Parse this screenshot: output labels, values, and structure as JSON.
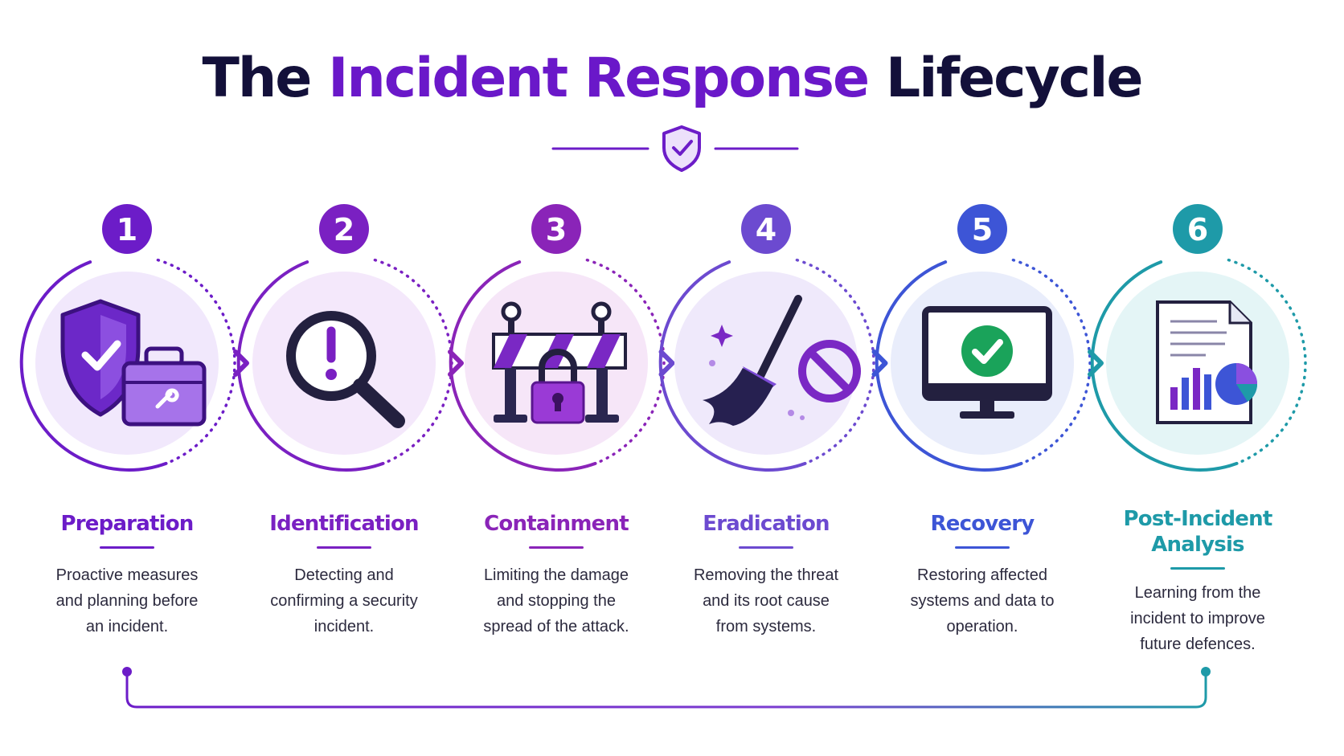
{
  "title": {
    "part1": "The",
    "part2": "Incident Response",
    "part3": "Lifecycle"
  },
  "header_icon": "shield-check-icon",
  "colors": {
    "dark": "#13103a",
    "accent": "#6a18c9"
  },
  "steps": [
    {
      "number": "1",
      "title": "Preparation",
      "description": "Proactive measures and planning before an incident.",
      "icon": "shield-toolbox-icon",
      "color": "#6c1cc8"
    },
    {
      "number": "2",
      "title": "Identification",
      "description": "Detecting and confirming a security incident.",
      "icon": "magnifier-alert-icon",
      "color": "#7a20c2"
    },
    {
      "number": "3",
      "title": "Containment",
      "description": "Limiting the damage and stopping the spread of the attack.",
      "icon": "barrier-lock-icon",
      "color": "#8a24b8"
    },
    {
      "number": "4",
      "title": "Eradication",
      "description": "Removing the threat and its root cause from systems.",
      "icon": "broom-prohibited-icon",
      "color": "#6c4ad0"
    },
    {
      "number": "5",
      "title": "Recovery",
      "description": "Restoring affected systems and data to operation.",
      "icon": "monitor-check-icon",
      "color": "#3d55d6"
    },
    {
      "number": "6",
      "title": "Post-Incident Analysis",
      "description": "Learning from the incident to improve future defences.",
      "icon": "report-chart-icon",
      "color": "#1e9aa8"
    }
  ]
}
